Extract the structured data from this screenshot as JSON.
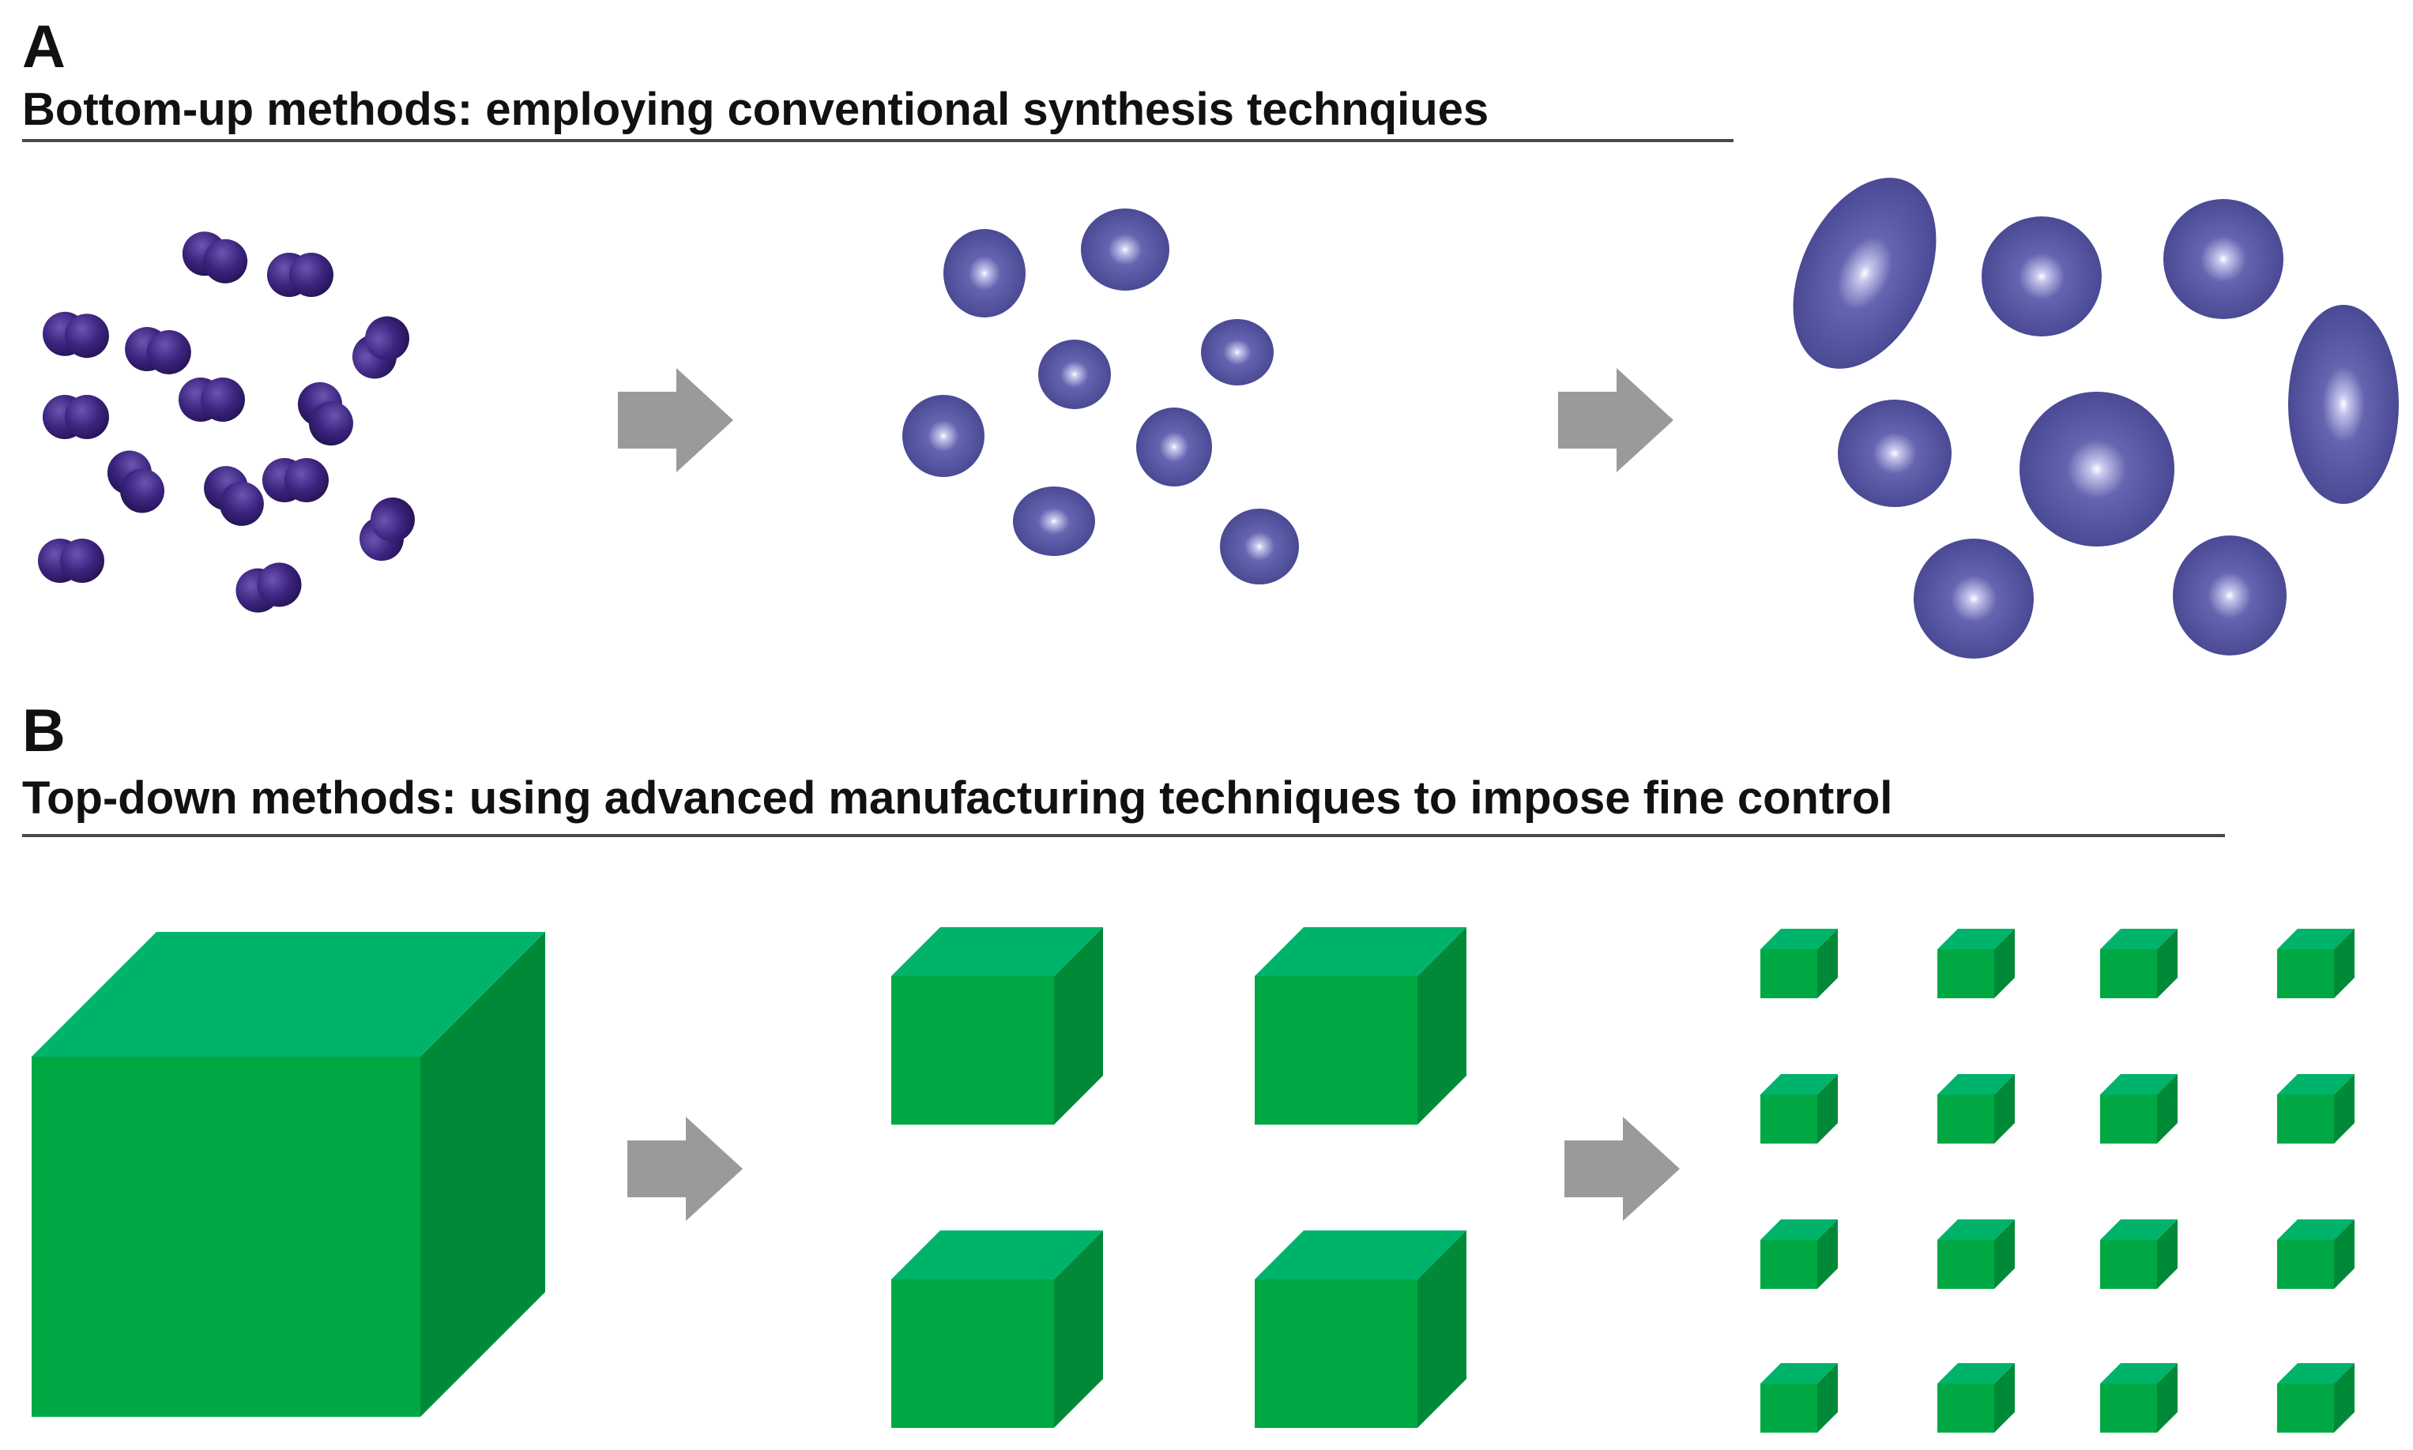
{
  "panels": [
    {
      "letter": "A",
      "title": "Bottom-up methods: employing conventional synthesis technqiues"
    },
    {
      "letter": "B",
      "title": "Top-down methods: using advanced manufacturing techniques to impose fine control"
    }
  ],
  "colors": {
    "atom": "#3d2580",
    "particle": "#4d4d96",
    "arrow": "#9a9a9a",
    "cube_front": "#00a844",
    "cube_top": "#00b36a",
    "cube_side": "#008a38",
    "rule": "#4a4a4a"
  }
}
